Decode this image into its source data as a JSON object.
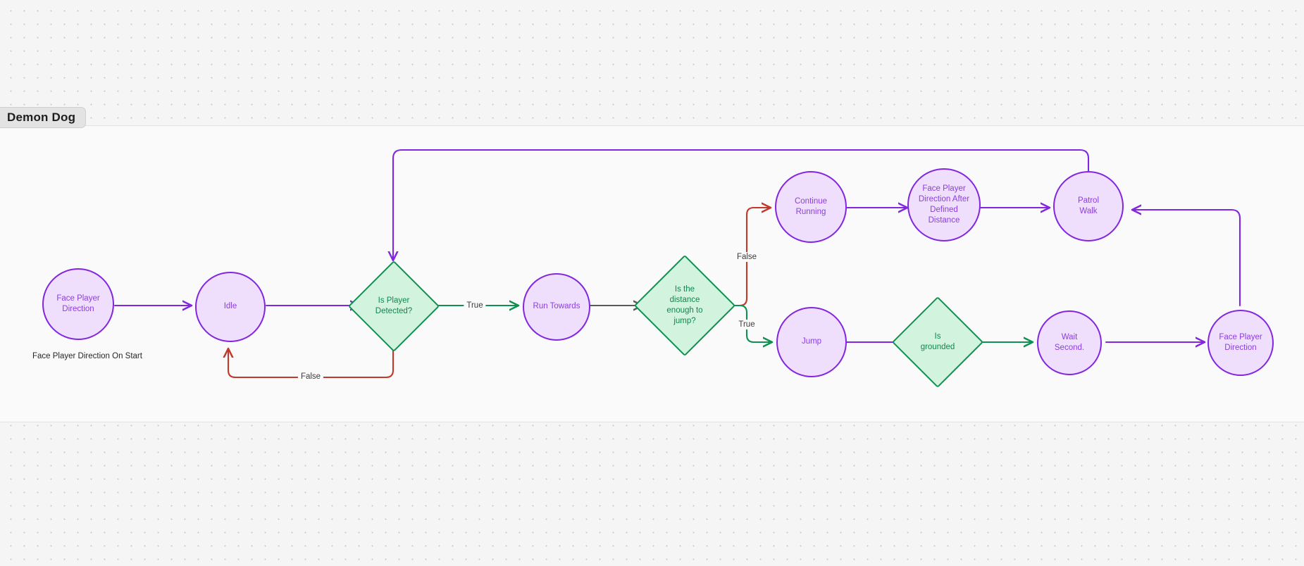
{
  "canvas": {
    "background_color": "#f5f5f5",
    "panel_color": "#fafafa",
    "grid": "dotted"
  },
  "group": {
    "title": "Demon Dog"
  },
  "theme": {
    "node_fill": "#efdefc",
    "node_stroke": "#8226e0",
    "node_text": "#8a3fe0",
    "decision_fill": "#d2f3dd",
    "decision_stroke": "#0e9150",
    "decision_text": "#11864d",
    "edge_purple": "#8226e0",
    "edge_green": "#0e9150",
    "edge_red": "#c0392b",
    "edge_gray": "#5a5a5a",
    "label_text": "#3b3b3b"
  },
  "nodes": [
    {
      "id": "face-player-direction-start",
      "type": "state",
      "label": "Face Player\nDirection"
    },
    {
      "id": "idle",
      "type": "state",
      "label": "Idle"
    },
    {
      "id": "is-player-detected",
      "type": "decision",
      "label": "Is Player\nDetected?"
    },
    {
      "id": "run-towards",
      "type": "state",
      "label": "Run Towards"
    },
    {
      "id": "is-distance-enough-to-jump",
      "type": "decision",
      "label": "Is the\ndistance\nenough to\njump?"
    },
    {
      "id": "continue-running",
      "type": "state",
      "label": "Continue\nRunning"
    },
    {
      "id": "face-player-direction-after-defined-distance",
      "type": "state",
      "label": "Face Player\nDirection After\nDefined\nDistance"
    },
    {
      "id": "patrol-walk",
      "type": "state",
      "label": "Patrol\nWalk"
    },
    {
      "id": "jump",
      "type": "state",
      "label": "Jump"
    },
    {
      "id": "is-grounded",
      "type": "decision",
      "label": "Is\ngrounded"
    },
    {
      "id": "wait-second",
      "type": "state",
      "label": "Wait\nSecond."
    },
    {
      "id": "face-player-direction-end",
      "type": "state",
      "label": "Face Player\nDirection"
    }
  ],
  "edge_labels": {
    "detected_true": "True",
    "detected_false": "False",
    "jump_false": "False",
    "jump_true": "True"
  },
  "captions": {
    "start_note": "Face Player Direction On Start"
  }
}
